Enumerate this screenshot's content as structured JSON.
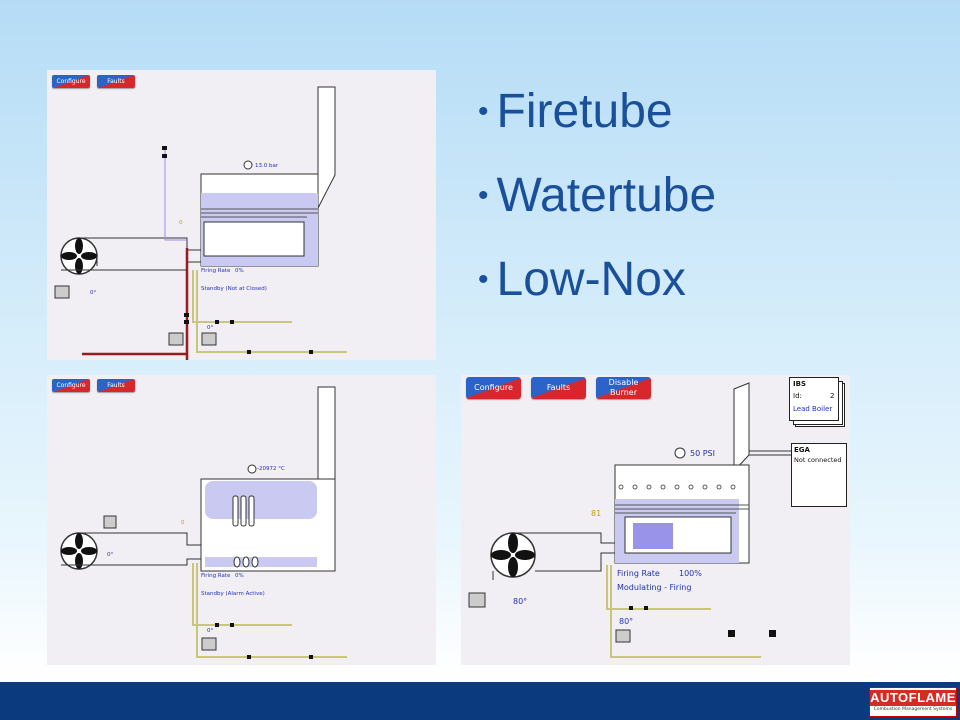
{
  "bullets": [
    "Firetube",
    "Watertube",
    "Low-Nox"
  ],
  "buttons": {
    "configure": "Configure",
    "faults": "Faults",
    "disable_line1": "Disable",
    "disable_line2": "Burner"
  },
  "firetube": {
    "pressure": "13.0 bar",
    "valve_pos": "0",
    "firing_rate_label": "Firing Rate",
    "firing_rate_value": "0%",
    "status": "Standby (Not at Closed)",
    "fan_angle": "0°",
    "fuel_angle": "0°"
  },
  "watertube": {
    "temperature": "-20972 °C",
    "valve_pos": "0",
    "firing_rate_label": "Firing Rate",
    "firing_rate_value": "0%",
    "status": "Standby (Alarm Active)",
    "fan_angle": "0°",
    "fuel_angle": "0°"
  },
  "lownox": {
    "pressure": "50 PSI",
    "valve_pos": "81",
    "firing_rate_label": "Firing Rate",
    "firing_rate_value": "100%",
    "status": "Modulating - Firing",
    "fan_angle": "80°",
    "fuel_angle": "80°",
    "ibs": {
      "title": "IBS",
      "id_label": "Id:",
      "id_value": "2",
      "role": "Lead Boiler"
    },
    "ega": {
      "title": "EGA",
      "status": "Not connected"
    }
  },
  "logo": {
    "name": "AUTOFLAME",
    "tagline": "Combustion Management Systems"
  },
  "colors": {
    "water": "#c9c9f2",
    "fuel_line": "#c9c57b",
    "gas_line": "#9a1b1f",
    "accent": "#1a4f9a"
  }
}
